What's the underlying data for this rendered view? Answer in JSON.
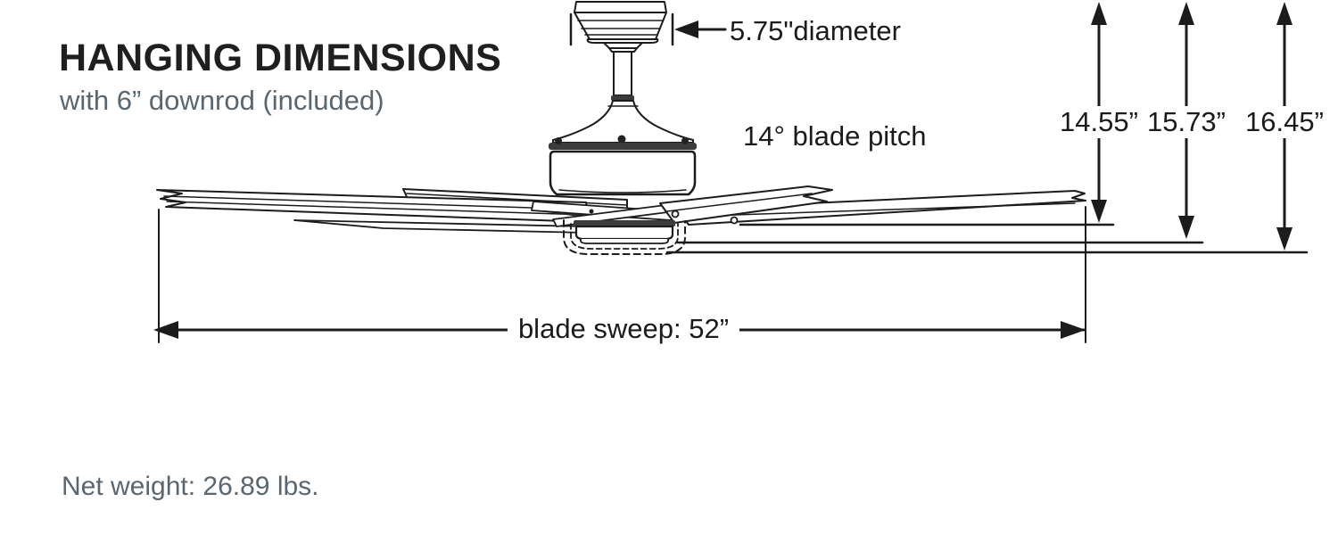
{
  "header": {
    "title": "HANGING DIMENSIONS",
    "subtitle": "with 6” downrod (included)"
  },
  "diagram": {
    "canopy_diameter_label": "5.75\"diameter",
    "blade_pitch_label": "14° blade pitch",
    "hanging_heights": [
      "14.55”",
      "15.73”",
      "16.45”"
    ],
    "blade_sweep_label": "blade sweep: 52”",
    "downrod_length": "6”",
    "blade_sweep_value": "52”",
    "blade_pitch_value": "14°",
    "canopy_diameter_value": "5.75\""
  },
  "footer": {
    "net_weight": "Net weight: 26.89 lbs."
  },
  "colors": {
    "ink": "#1d1f21",
    "slate": "#5a6670",
    "line": "#1c1c1c"
  }
}
